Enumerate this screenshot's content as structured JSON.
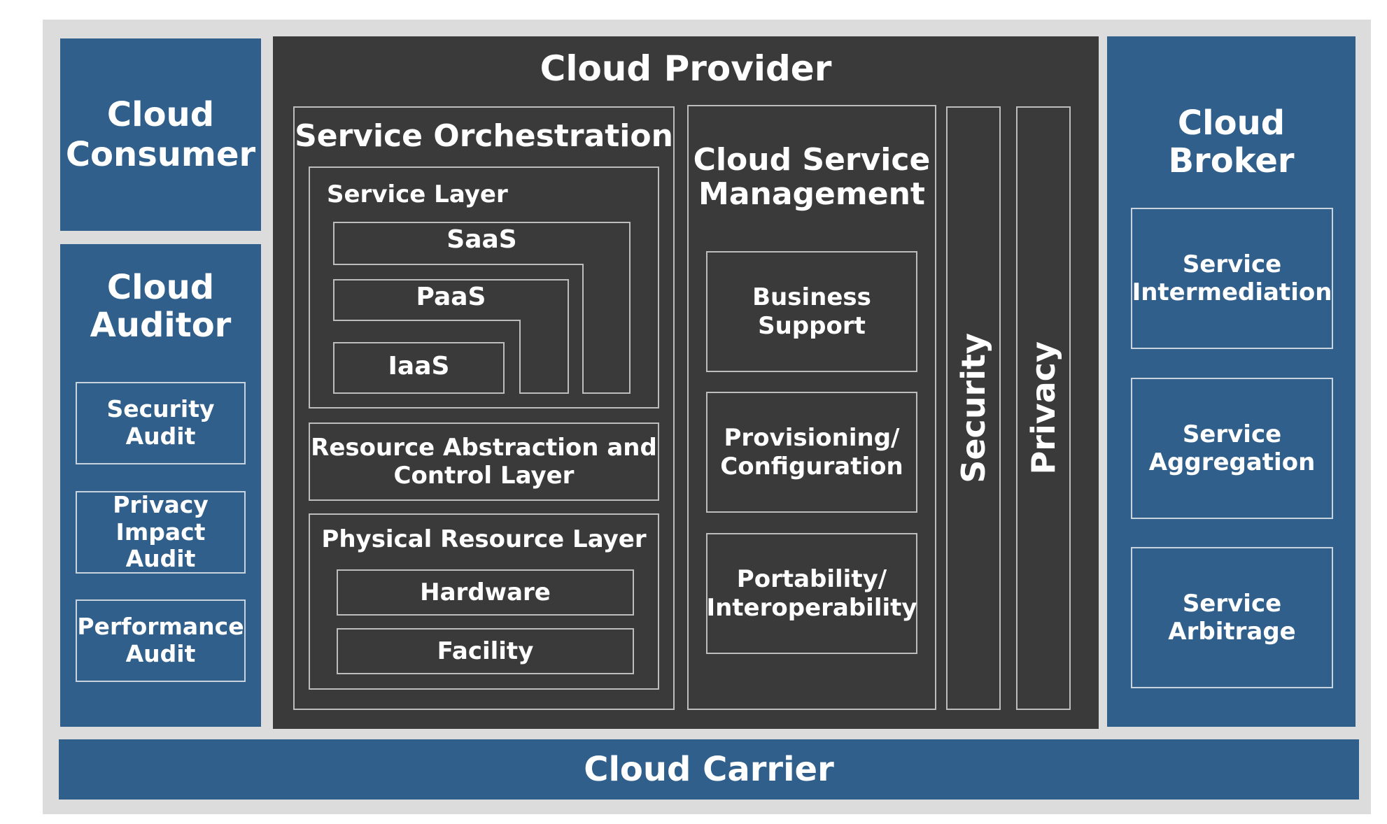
{
  "consumer": {
    "title_line1": "Cloud",
    "title_line2": "Consumer"
  },
  "auditor": {
    "title_line1": "Cloud",
    "title_line2": "Auditor",
    "items": [
      {
        "line1": "Security",
        "line2": "Audit"
      },
      {
        "line1": "Privacy",
        "line2": "Impact Audit"
      },
      {
        "line1": "Performance",
        "line2": "Audit"
      }
    ]
  },
  "provider": {
    "title": "Cloud Provider",
    "orchestration": {
      "title": "Service Orchestration",
      "service_layer": {
        "title": "Service Layer",
        "saas": "SaaS",
        "paas": "PaaS",
        "iaas": "IaaS"
      },
      "resource_abstraction": {
        "line1": "Resource Abstraction and",
        "line2": "Control Layer"
      },
      "physical": {
        "title": "Physical Resource Layer",
        "hardware": "Hardware",
        "facility": "Facility"
      }
    },
    "management": {
      "title_line1": "Cloud Service",
      "title_line2": "Management",
      "items": [
        {
          "line1": "Business",
          "line2": "Support"
        },
        {
          "line1": "Provisioning/",
          "line2": "Configuration"
        },
        {
          "line1": "Portability/",
          "line2": "Interoperability"
        }
      ]
    },
    "security": "Security",
    "privacy": "Privacy"
  },
  "broker": {
    "title_line1": "Cloud",
    "title_line2": "Broker",
    "items": [
      {
        "line1": "Service",
        "line2": "Intermediation"
      },
      {
        "line1": "Service",
        "line2": "Aggregation"
      },
      {
        "line1": "Service",
        "line2": "Arbitrage"
      }
    ]
  },
  "carrier": {
    "title": "Cloud Carrier"
  },
  "colors": {
    "actor_blue": "#2f5f8a",
    "provider_dark": "#3a3a3a",
    "frame_gray": "#dcdcdc"
  }
}
